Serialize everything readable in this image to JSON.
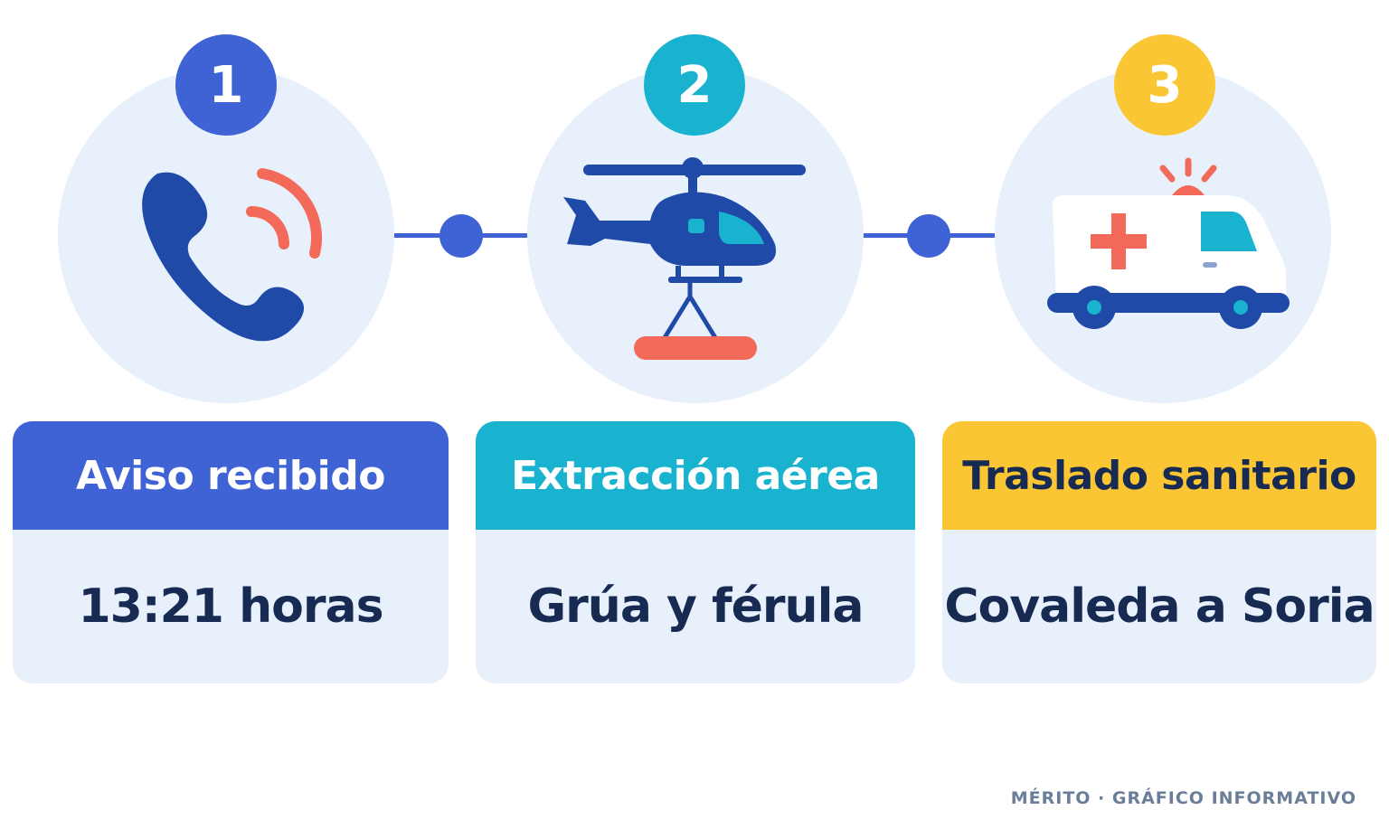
{
  "steps": [
    {
      "number": "1",
      "icon": "phone-icon",
      "title": "Aviso recibido",
      "detail": "13:21 horas",
      "accent": "#3f62d4",
      "title_color": "#ffffff"
    },
    {
      "number": "2",
      "icon": "helicopter-icon",
      "title": "Extracción aérea",
      "detail": "Grúa y férula",
      "accent": "#1ab3cf",
      "title_color": "#ffffff"
    },
    {
      "number": "3",
      "icon": "ambulance-icon",
      "title": "Traslado sanitario",
      "detail": "Covaleda a Soria",
      "accent": "#fbc633",
      "title_color": "#172a52"
    }
  ],
  "footer": "MÉRITO · GRÁFICO INFORMATIVO",
  "colors": {
    "circle_bg": "#e7f0fb",
    "dark_blue": "#1f4aa8",
    "coral": "#f36a5a",
    "text_dark": "#172a52"
  }
}
